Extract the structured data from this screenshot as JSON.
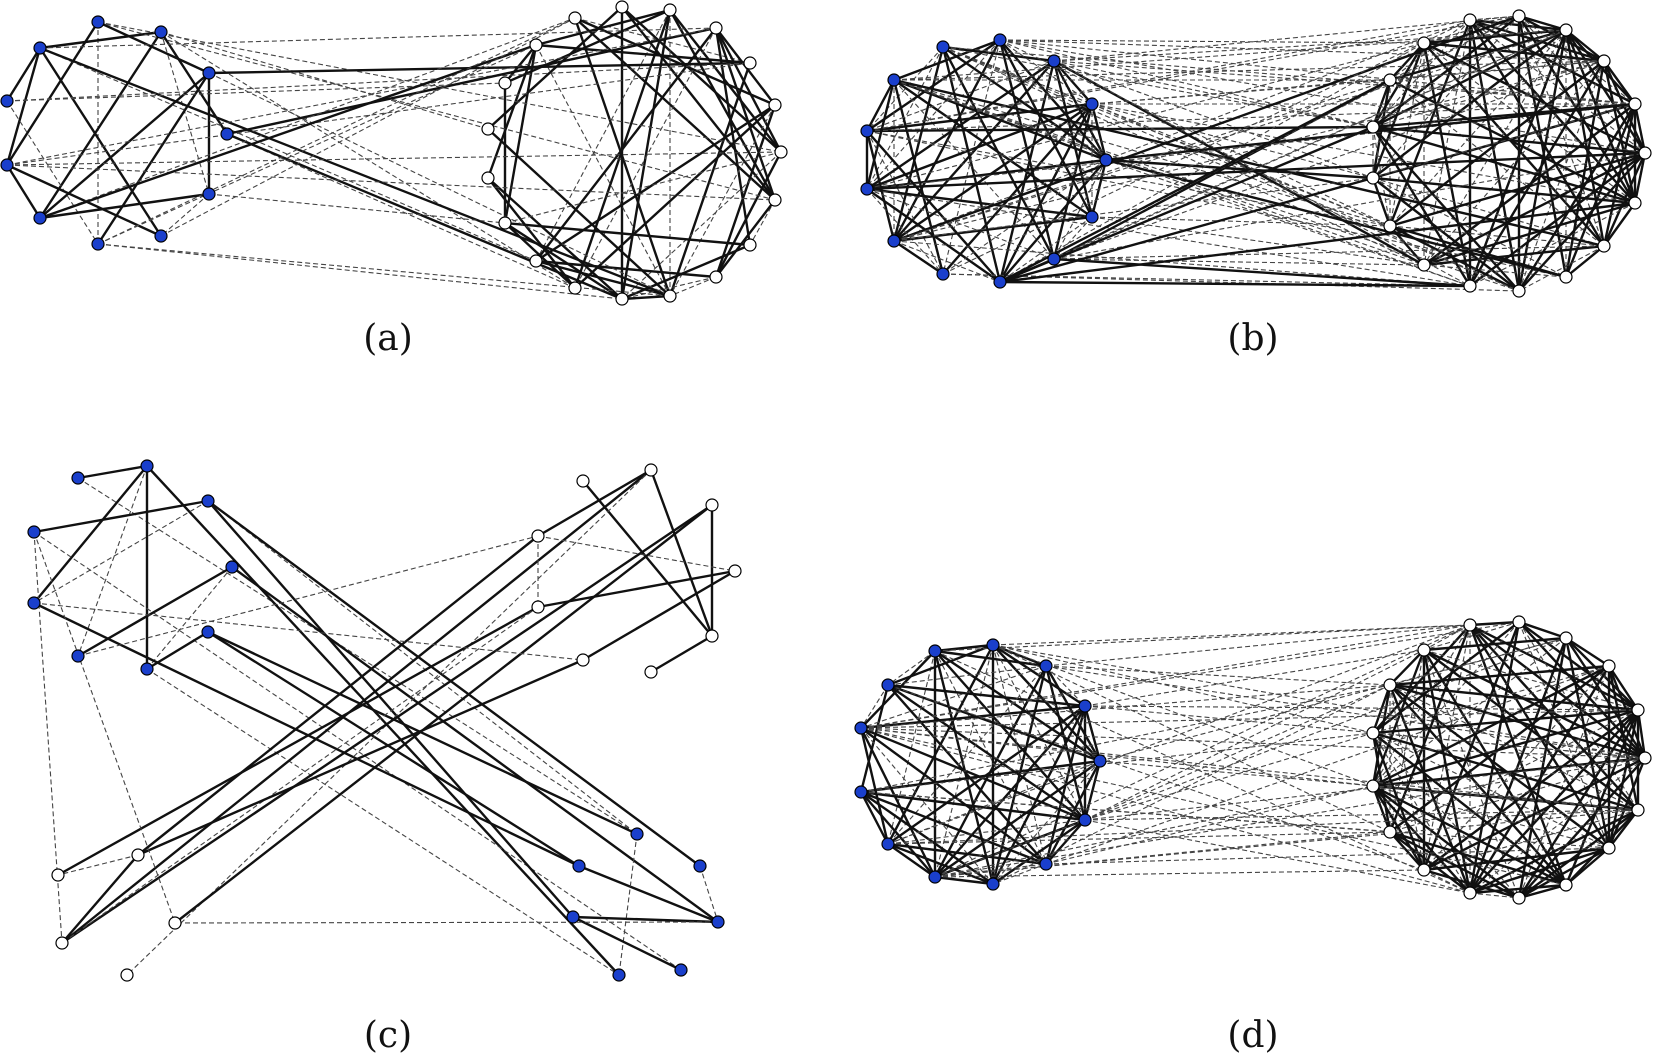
{
  "colors": {
    "blue_node": "#1a3fcc",
    "white_node": "#ffffff",
    "solid_edge": "#111111",
    "dashed_edge": "#444444"
  },
  "panels": [
    {
      "id": "a",
      "caption": "(a)"
    },
    {
      "id": "b",
      "caption": "(b)"
    },
    {
      "id": "c",
      "caption": "(c)"
    },
    {
      "id": "d",
      "caption": "(d)"
    }
  ]
}
